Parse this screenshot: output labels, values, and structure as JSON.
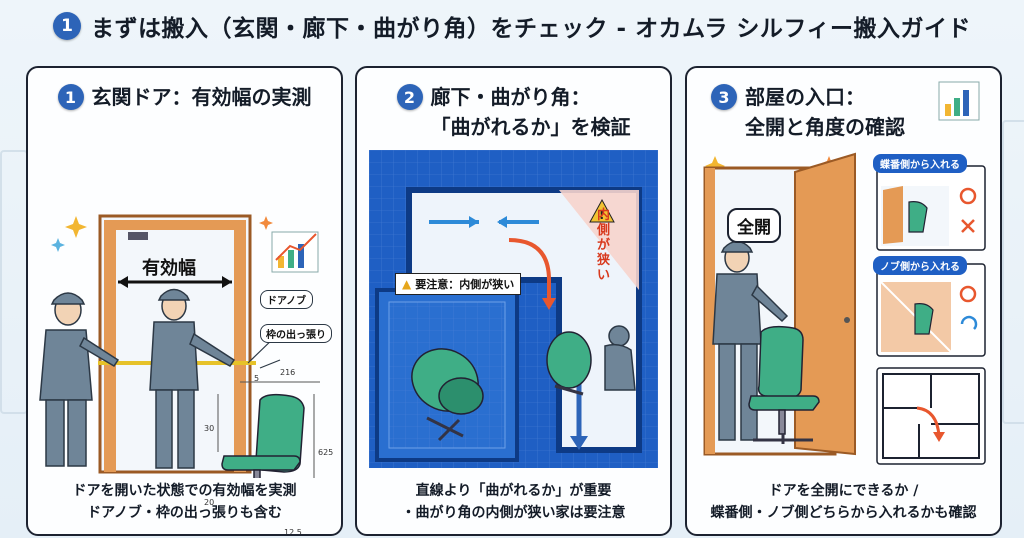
{
  "header": {
    "number": "1",
    "title": "まずは搬入（玄関・廊下・曲がり角）をチェック - オカムラ シルフィー搬入ガイド"
  },
  "panels": [
    {
      "number": "1",
      "title": "玄関ドア：有効幅の実測",
      "labels": {
        "effective_width": "有効幅",
        "door_knob": "ドアノブ",
        "frame_protrusion": "枠の出っ張り"
      },
      "dimensions": {
        "w216": "216",
        "w5": "5",
        "h30": "30",
        "h625": "625",
        "h20": "20",
        "w125": "12.5"
      },
      "caption_lines": [
        "ドアを開いた状態での有効幅を実測",
        "ドアノブ・枠の出っ張りも含む"
      ]
    },
    {
      "number": "2",
      "title_lines": [
        "廊下・曲がり角：",
        "「曲がれるか」を検証"
      ],
      "labels": {
        "caution": "要注意：内側が狭い",
        "inner_narrow": "内側が狭い"
      },
      "caption_lines": [
        "直線より「曲がれるか」が重要",
        "・曲がり角の内側が狭い家は要注意"
      ]
    },
    {
      "number": "3",
      "title_lines": [
        "部屋の入口：",
        "全開と角度の確認"
      ],
      "labels": {
        "full_open": "全開",
        "hinge_side": "蝶番側から入れる",
        "knob_side": "ノブ側から入れる"
      },
      "caption_lines": [
        "ドアを全開にできるか /",
        "蝶番側・ノブ側どちらから入れるかも確認"
      ]
    }
  ],
  "colors": {
    "badge": "#2d64b8",
    "blueprint": "#1f5fc4",
    "chair": "#3fae86",
    "door": "#e49a55",
    "worker": "#6f8598",
    "warning": "#e8572e"
  }
}
